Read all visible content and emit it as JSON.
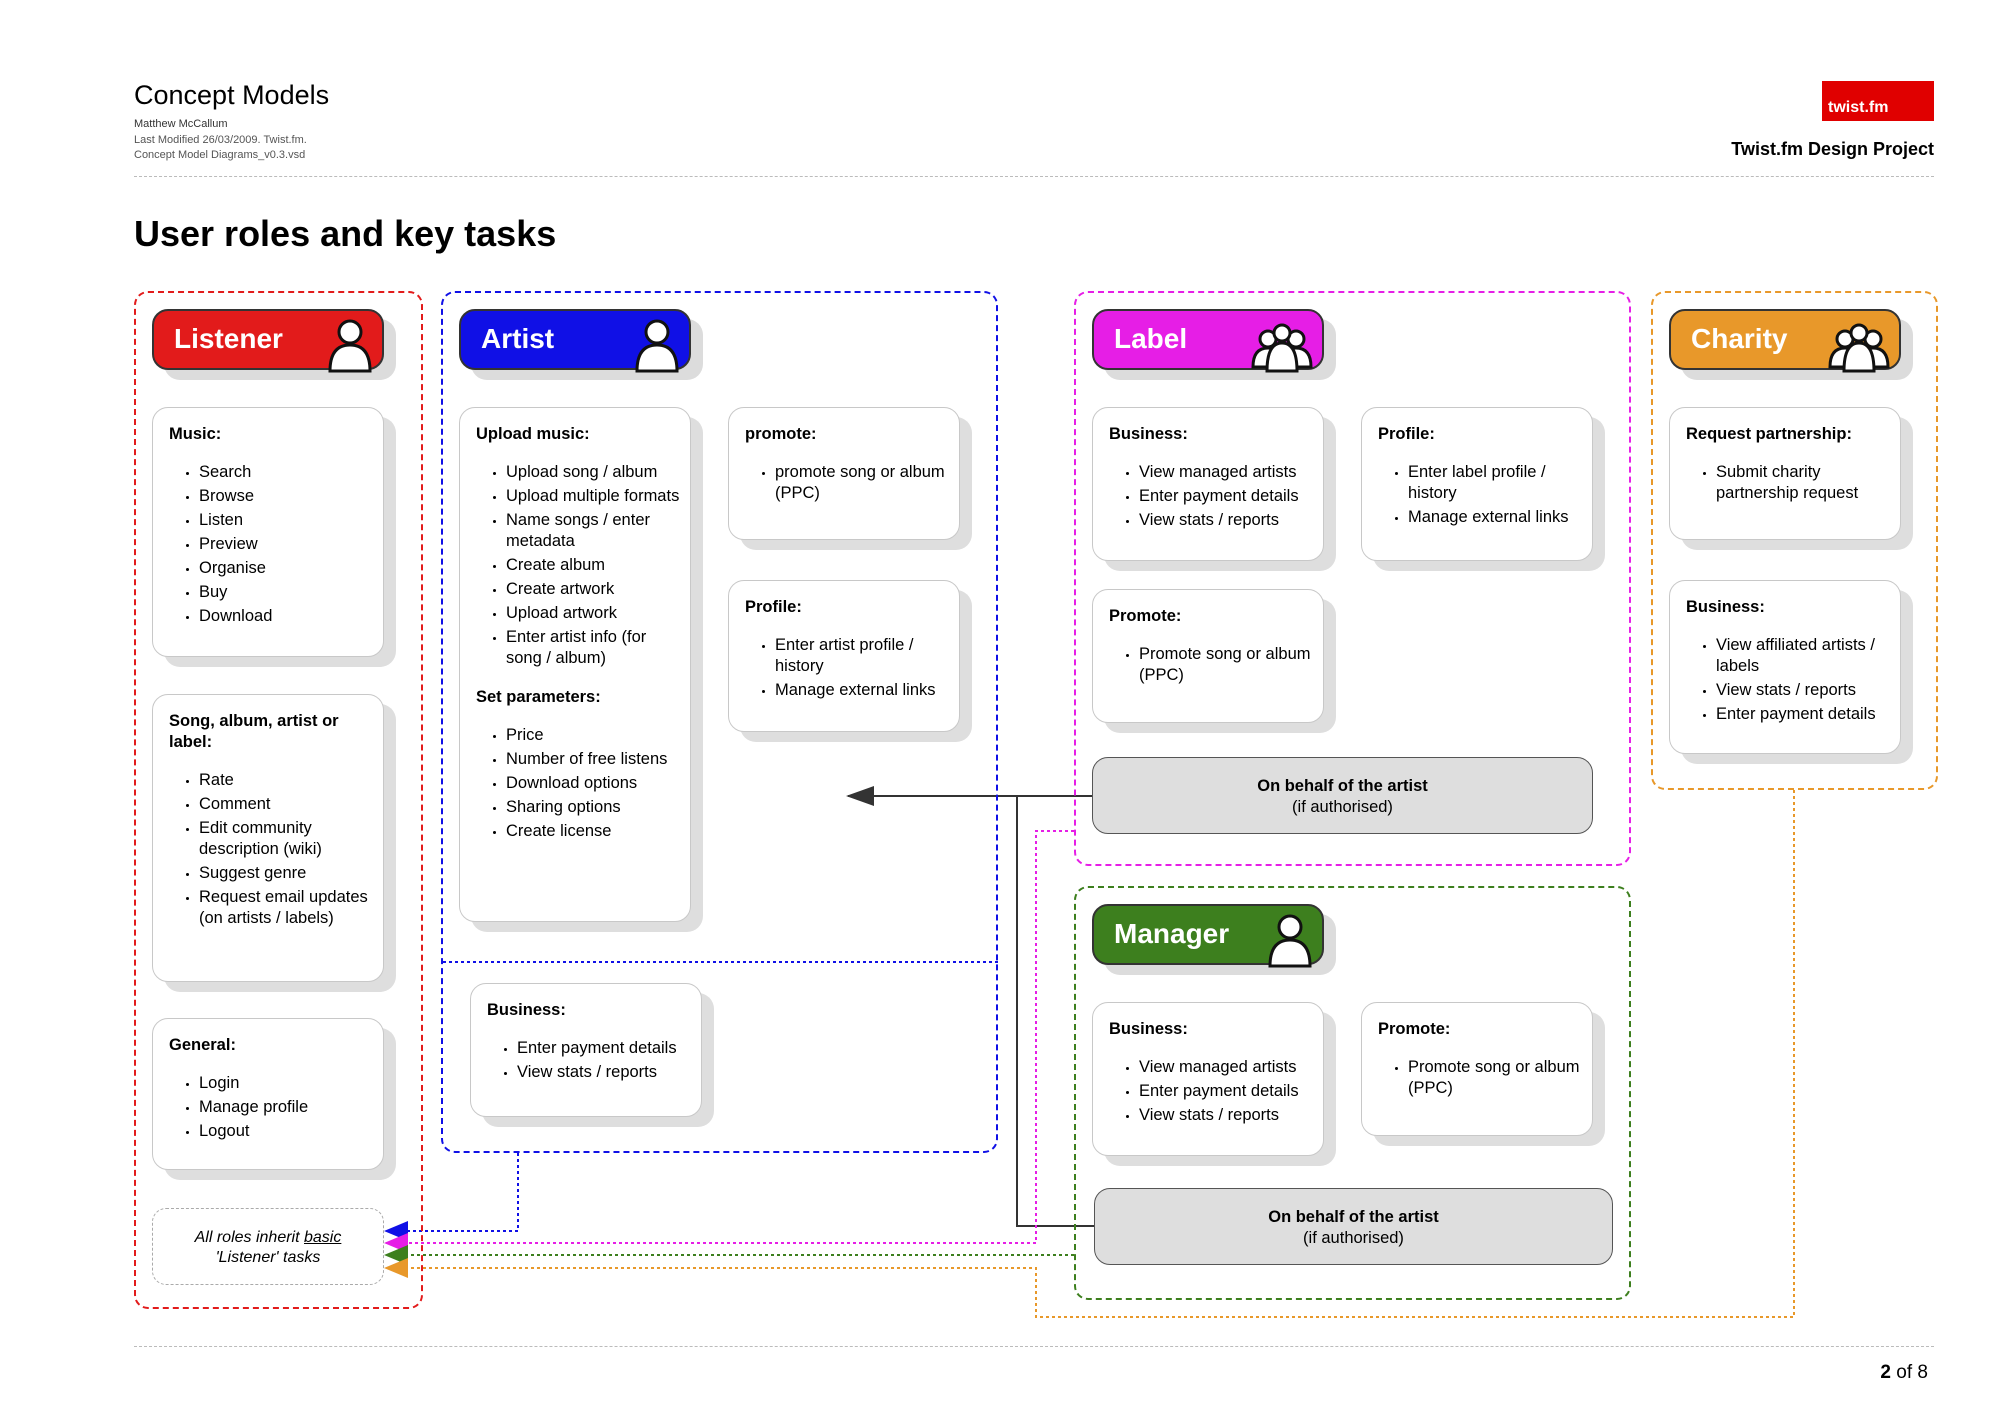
{
  "header": {
    "title": "Concept Models",
    "author": "Matthew McCallum",
    "modified": "Last Modified 26/03/2009. Twist.fm.",
    "file": "Concept Model Diagrams_v0.3.vsd",
    "logo": "twist.fm",
    "project": "Twist.fm Design Project"
  },
  "page_title": "User roles and key tasks",
  "footer": {
    "page_current": "2",
    "page_sep": "of",
    "page_total": "8"
  },
  "colors": {
    "listener": "#e21b1b",
    "artist": "#1010e6",
    "label": "#e61ee6",
    "charity": "#e8982a",
    "manager": "#3d7f1e"
  },
  "roles": {
    "listener": {
      "name": "Listener",
      "icon": "person-icon"
    },
    "artist": {
      "name": "Artist",
      "icon": "person-icon"
    },
    "label": {
      "name": "Label",
      "icon": "group-icon"
    },
    "charity": {
      "name": "Charity",
      "icon": "group-icon"
    },
    "manager": {
      "name": "Manager",
      "icon": "person-icon"
    }
  },
  "listener": {
    "music": {
      "title": "Music:",
      "items": [
        "Search",
        "Browse",
        "Listen",
        "Preview",
        "Organise",
        "Buy",
        "Download"
      ]
    },
    "song": {
      "title": "Song, album, artist or label:",
      "items": [
        "Rate",
        "Comment",
        "Edit community description (wiki)",
        "Suggest genre",
        "Request email updates (on artists / labels)"
      ]
    },
    "general": {
      "title": "General:",
      "items": [
        "Login",
        "Manage profile",
        "Logout"
      ]
    }
  },
  "inherit": {
    "pre": "All roles inherit ",
    "u": "basic",
    "post": "'Listener' tasks"
  },
  "artist": {
    "upload": {
      "title": "Upload music:",
      "items": [
        "Upload song / album",
        "Upload multiple formats",
        "Name songs / enter metadata",
        "Create album",
        "Create artwork",
        "Upload artwork",
        "Enter artist info (for song / album)"
      ]
    },
    "params": {
      "title": "Set parameters:",
      "items": [
        "Price",
        "Number of free listens",
        "Download options",
        "Sharing options",
        "Create license"
      ]
    },
    "promote": {
      "title": "promote:",
      "items": [
        "promote song or album (PPC)"
      ]
    },
    "profile": {
      "title": "Profile:",
      "items": [
        "Enter artist profile / history",
        "Manage external links"
      ]
    },
    "business": {
      "title": "Business:",
      "items": [
        "Enter payment details",
        "View stats / reports"
      ]
    }
  },
  "label": {
    "business": {
      "title": "Business:",
      "items": [
        "View managed artists",
        "Enter payment details",
        "View stats / reports"
      ]
    },
    "profile": {
      "title": "Profile:",
      "items": [
        "Enter label profile / history",
        "Manage external links"
      ]
    },
    "promote": {
      "title": "Promote:",
      "items": [
        "Promote song or album (PPC)"
      ]
    },
    "onbehalf": {
      "bold": "On behalf of the artist",
      "sub": "(if authorised)"
    }
  },
  "charity": {
    "partnership": {
      "title": "Request partnership:",
      "items": [
        "Submit charity partnership request"
      ]
    },
    "business": {
      "title": "Business:",
      "items": [
        "View affiliated artists / labels",
        "View stats / reports",
        "Enter payment details"
      ]
    }
  },
  "manager": {
    "business": {
      "title": "Business:",
      "items": [
        "View managed artists",
        "Enter payment details",
        "View stats / reports"
      ]
    },
    "promote": {
      "title": "Promote:",
      "items": [
        "Promote song or album (PPC)"
      ]
    },
    "onbehalf": {
      "bold": "On behalf of the artist",
      "sub": "(if authorised)"
    }
  }
}
